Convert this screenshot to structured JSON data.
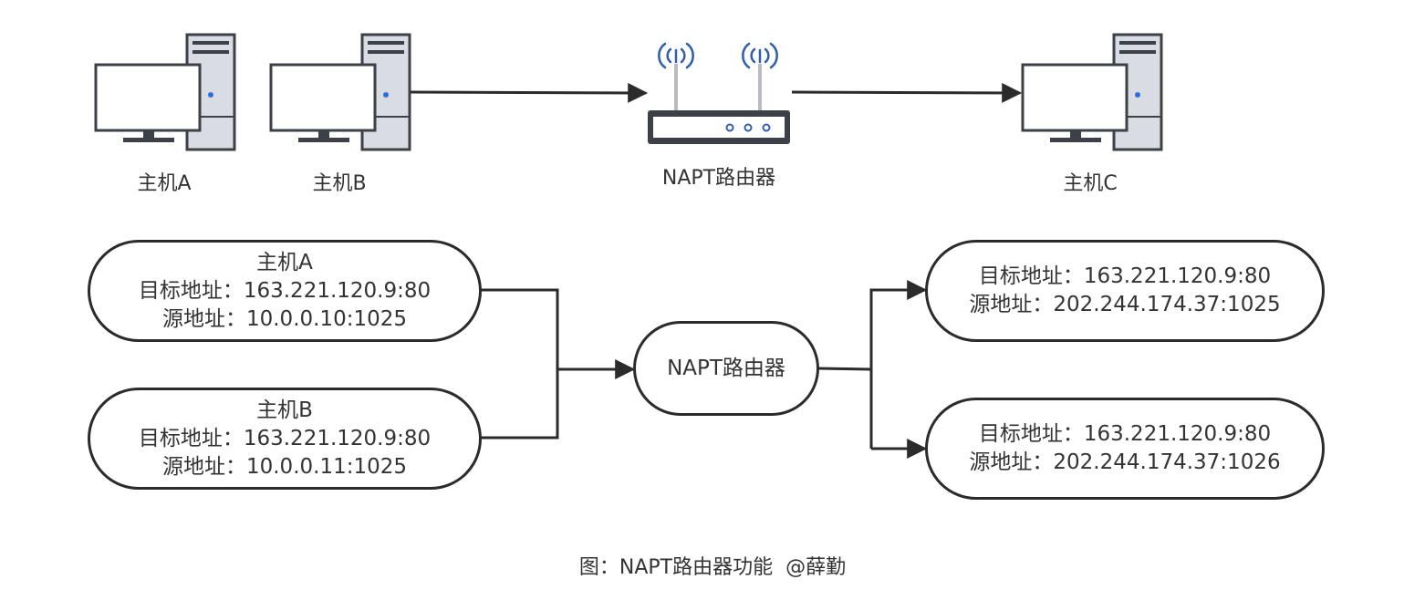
{
  "devices": {
    "host_a": "主机A",
    "host_b": "主机B",
    "router": "NAPT路由器",
    "host_c": "主机C"
  },
  "flow": {
    "in_a": {
      "title": "主机A",
      "dst": "目标地址：163.221.120.9:80",
      "src": "源地址：10.0.0.10:1025"
    },
    "in_b": {
      "title": "主机B",
      "dst": "目标地址：163.221.120.9:80",
      "src": "源地址：10.0.0.11:1025"
    },
    "router": "NAPT路由器",
    "out_1": {
      "dst": "目标地址：163.221.120.9:80",
      "src": "源地址：202.244.174.37:1025"
    },
    "out_2": {
      "dst": "目标地址：163.221.120.9:80",
      "src": "源地址：202.244.174.37:1026"
    }
  },
  "caption": "图：NAPT路由器功能  @薛勤",
  "colors": {
    "stroke": "#2b2b2b",
    "text": "#333333",
    "case": "#d9dde3",
    "case_stroke": "#3c4148",
    "screen": "#ffffff",
    "led": "#2e6fd8",
    "wifi": "#2e5fb0"
  }
}
